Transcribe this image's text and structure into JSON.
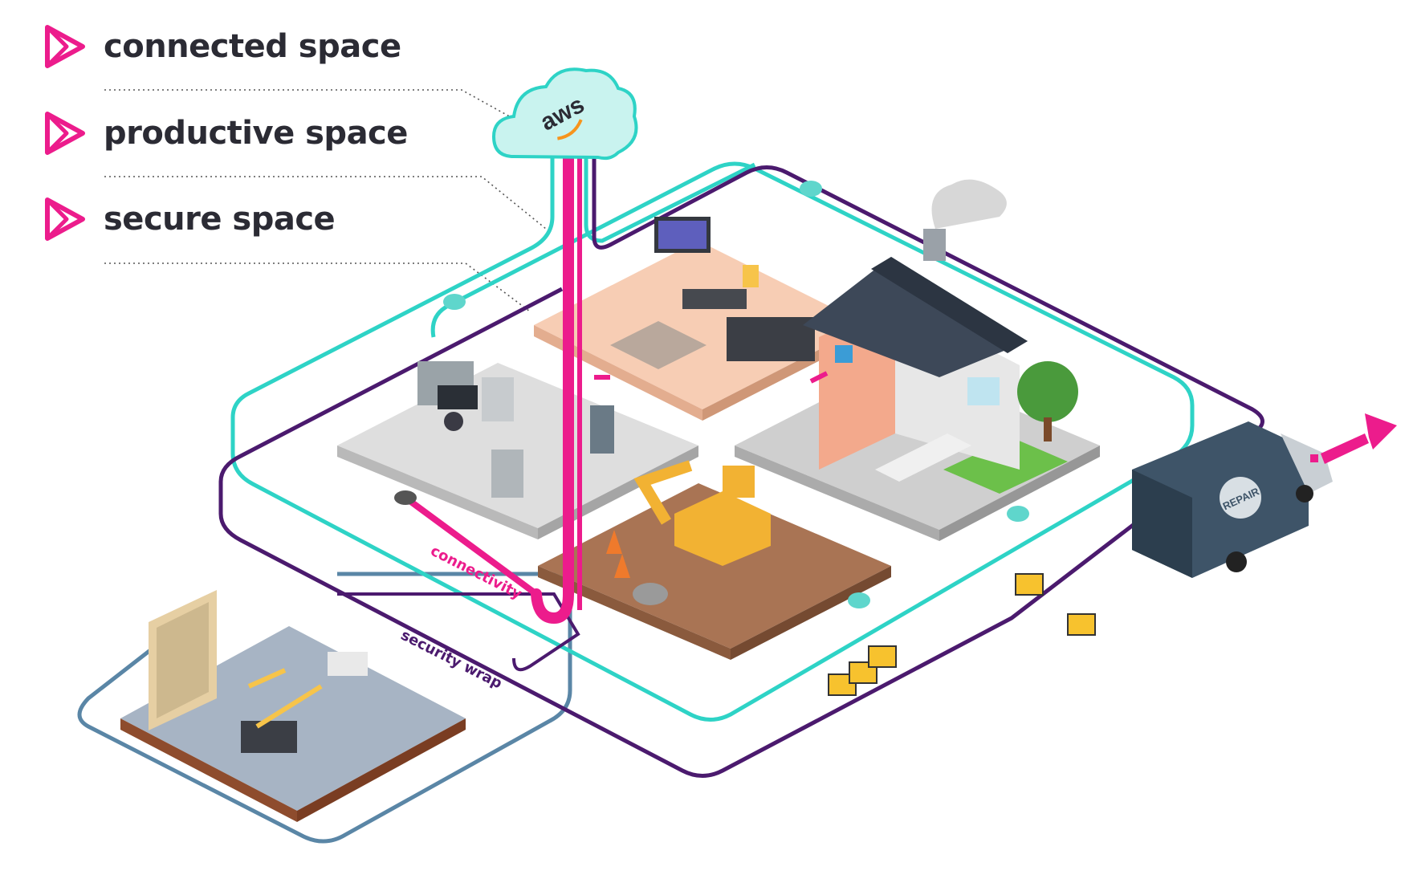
{
  "legend": [
    {
      "label": "connected space",
      "icon": "play-triangle-icon"
    },
    {
      "label": "productive space",
      "icon": "play-triangle-icon"
    },
    {
      "label": "secure space",
      "icon": "play-triangle-icon"
    }
  ],
  "cloud": {
    "label": "aws"
  },
  "paths": {
    "connectivity_label": "connectivity",
    "security_label": "security wrap"
  },
  "van": {
    "badge_text": "REPAIR"
  },
  "colors": {
    "brand_pink": "#ec1c8c",
    "teal": "#2ed3c6",
    "purple": "#4b1a6e",
    "steel_blue": "#5a86a6",
    "text_dark": "#2b2b34",
    "aws_orange": "#f7941d"
  }
}
